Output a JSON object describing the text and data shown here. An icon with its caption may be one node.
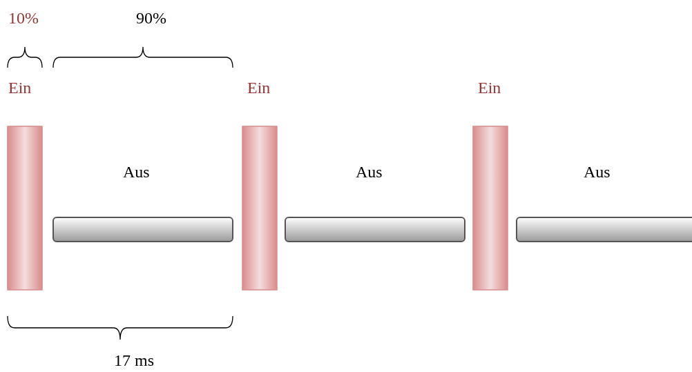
{
  "diagram": {
    "labels": [
      "10%",
      "90%",
      "Ein",
      "Ein",
      "Ein",
      "Aus",
      "Aus",
      "Aus",
      "17 ms"
    ]
  }
}
